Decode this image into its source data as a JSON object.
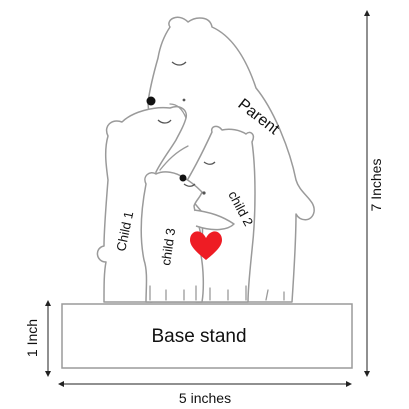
{
  "labels": {
    "parent": "Parent",
    "child1": "Child 1",
    "child2": "child 2",
    "child3": "child 3",
    "base": "Base stand",
    "height_total": "7 Inches",
    "height_base": "1 Inch",
    "width": "5 inches"
  },
  "colors": {
    "outline": "#9a9a9a",
    "heart": "#ee1c24",
    "text": "#111111",
    "dimension_line": "#222222"
  }
}
